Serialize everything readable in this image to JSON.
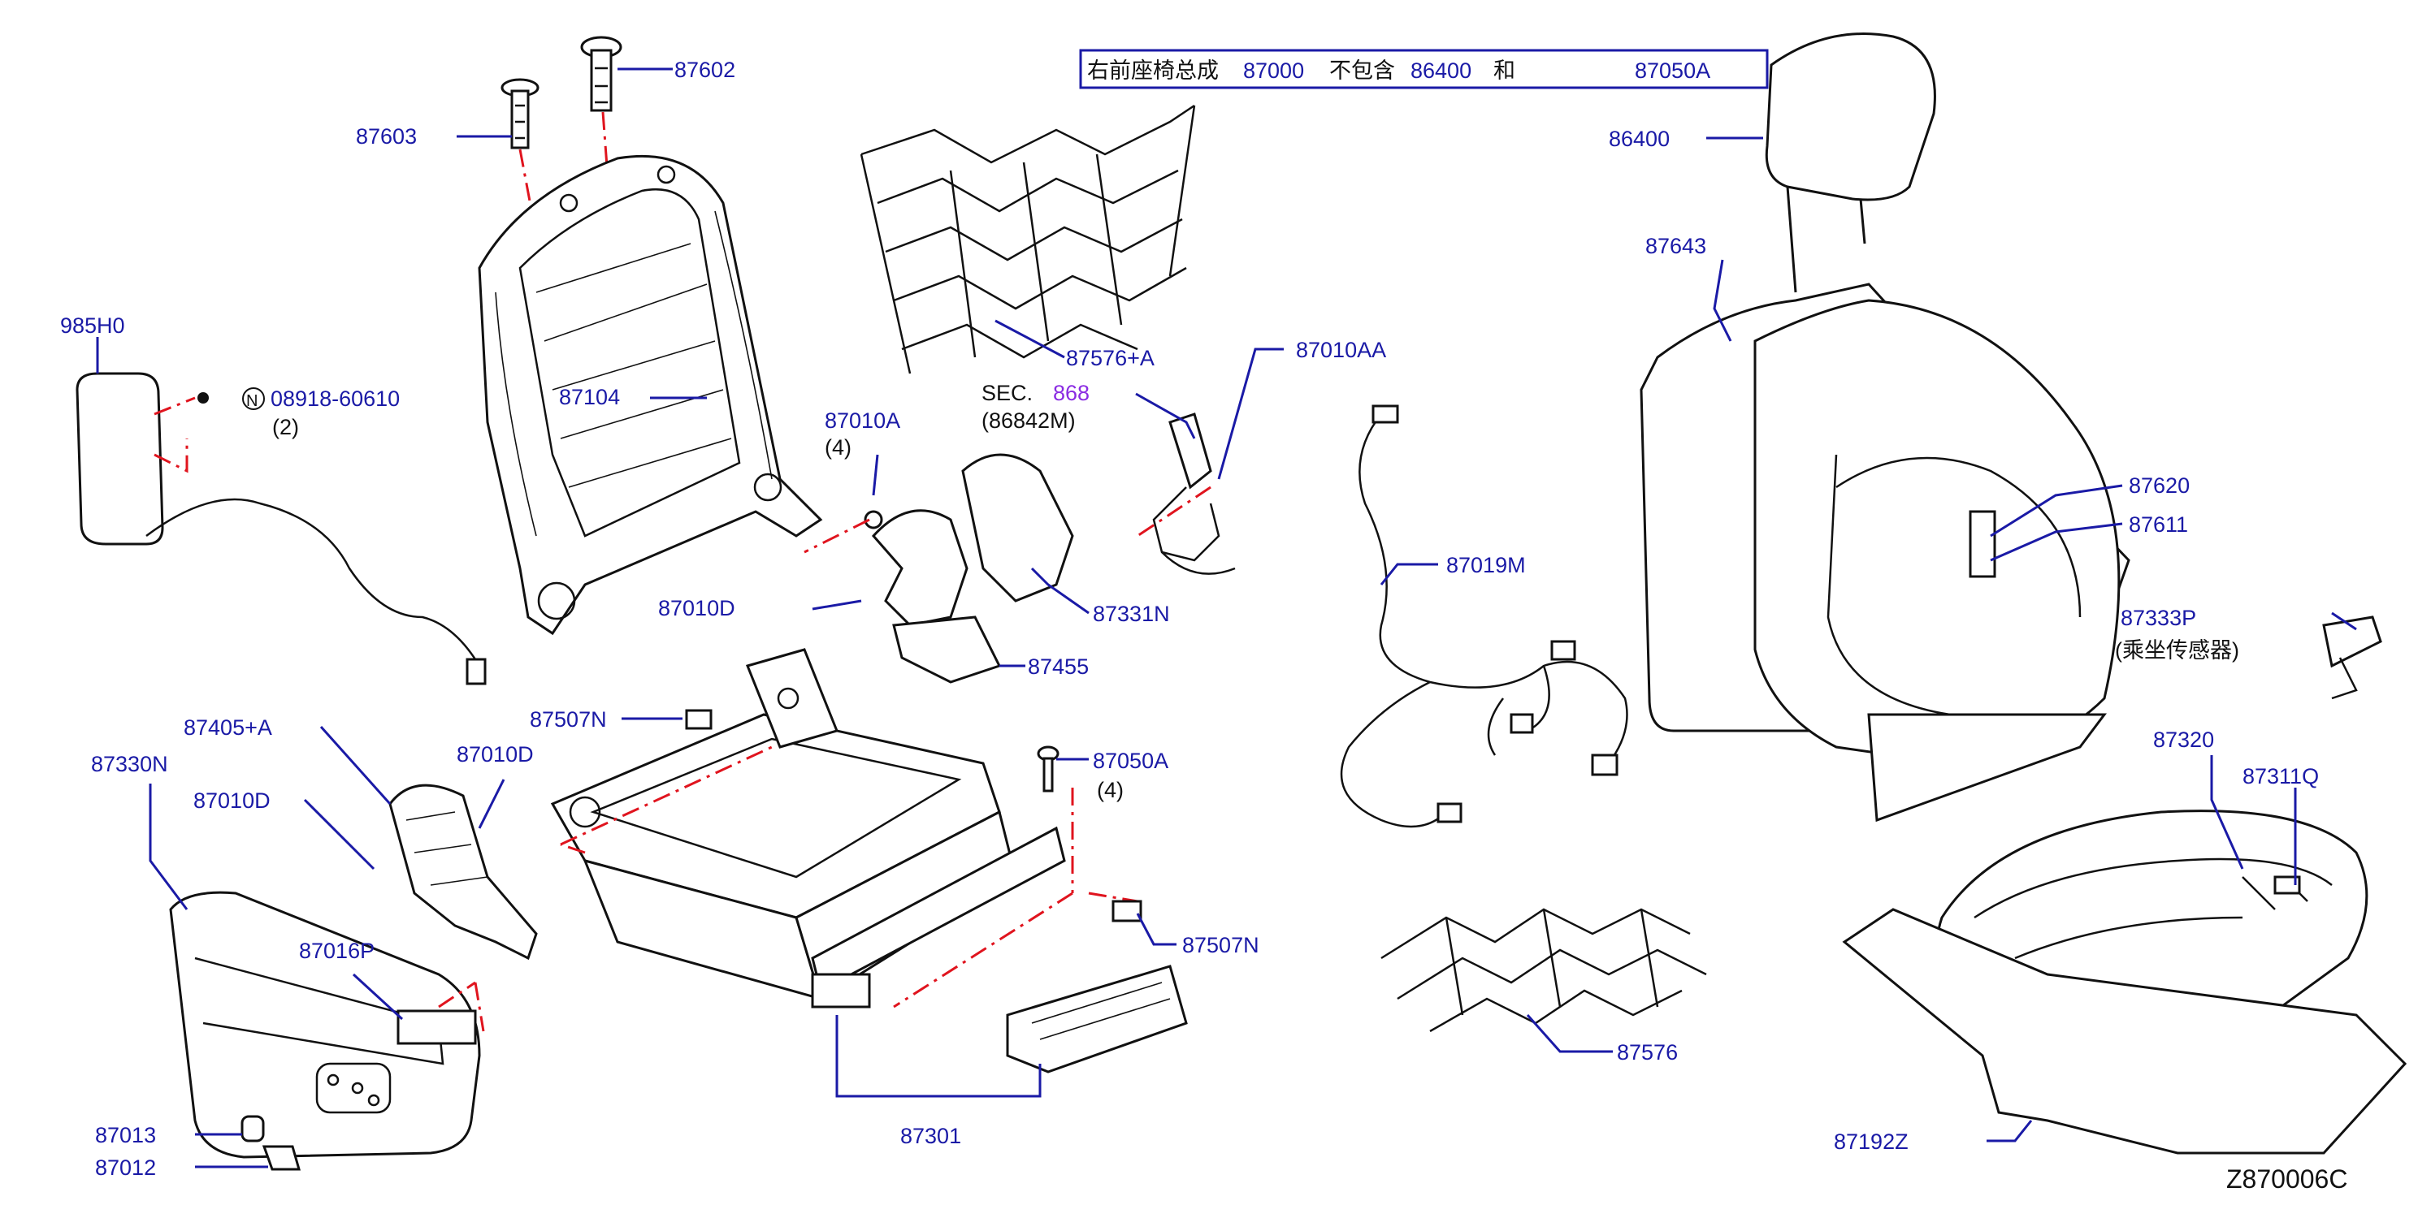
{
  "header": {
    "text_prefix": "右前座椅总成",
    "part_main": "87000",
    "text_mid": "不包含",
    "part_ex1": "86400",
    "text_and": "和",
    "part_ex2": "87050A"
  },
  "callouts": {
    "c87602": "87602",
    "c87603": "87603",
    "c985H0": "985H0",
    "c08918": "08918-60610",
    "c08918_qty": "(2)",
    "c08918_marker": "N",
    "c87104": "87104",
    "c87576A": "87576+A",
    "sec_label": "SEC.",
    "sec_number": "868",
    "sec_part": "(86842M)",
    "c87010AA": "87010AA",
    "c87010A": "87010A",
    "c87010A_qty": "(4)",
    "c87010D_top": "87010D",
    "c87331N": "87331N",
    "c87455": "87455",
    "c87019M": "87019M",
    "c86400": "86400",
    "c87643": "87643",
    "c87620": "87620",
    "c87611": "87611",
    "c87333P": "87333P",
    "c87333P_note": "(乘坐传感器)",
    "c87320": "87320",
    "c87311Q": "87311Q",
    "c87507N_top": "87507N",
    "c87405A": "87405+A",
    "c87010D_mid": "87010D",
    "c87010D_left": "87010D",
    "c87330N": "87330N",
    "c87050A": "87050A",
    "c87050A_qty": "(4)",
    "c87507N_bot": "87507N",
    "c87016P": "87016P",
    "c87576": "87576",
    "c87301": "87301",
    "c87013": "87013",
    "c87012": "87012",
    "c87192Z": "87192Z"
  },
  "diagram_id": "Z870006C",
  "colors": {
    "callout_text": "#1a1aa6",
    "leader_line": "#1a1aa6",
    "assembly_line": "#e0141e",
    "section_number": "#8a2be2",
    "drawing": "#111111"
  }
}
